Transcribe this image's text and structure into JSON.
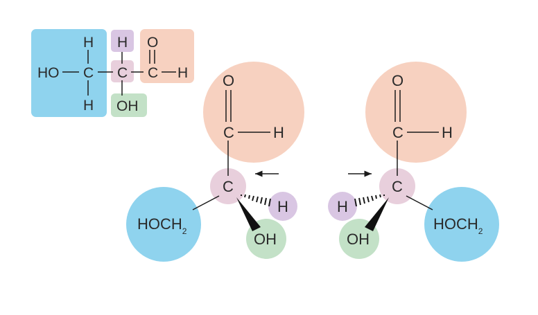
{
  "colors": {
    "blue": "#8fd3ee",
    "purple": "#d9c6e3",
    "salmon": "#f7d1c0",
    "green": "#c3e1c7",
    "pink": "#e8cfdc"
  },
  "fischer": {
    "ho": "HO",
    "c1": "C",
    "c2": "C",
    "c3": "C",
    "h_top1": "H",
    "h_bot1": "H",
    "h_top2": "H",
    "oh": "OH",
    "o": "O",
    "h_ald": "H"
  },
  "left_molecule": {
    "o": "O",
    "c_ald": "C",
    "h_ald": "H",
    "c_center": "C",
    "h": "H",
    "oh": "OH",
    "hoch": "HOCH",
    "sub": "2"
  },
  "right_molecule": {
    "o": "O",
    "c_ald": "C",
    "h_ald": "H",
    "c_center": "C",
    "h": "H",
    "oh": "OH",
    "hoch": "HOCH",
    "sub": "2"
  }
}
